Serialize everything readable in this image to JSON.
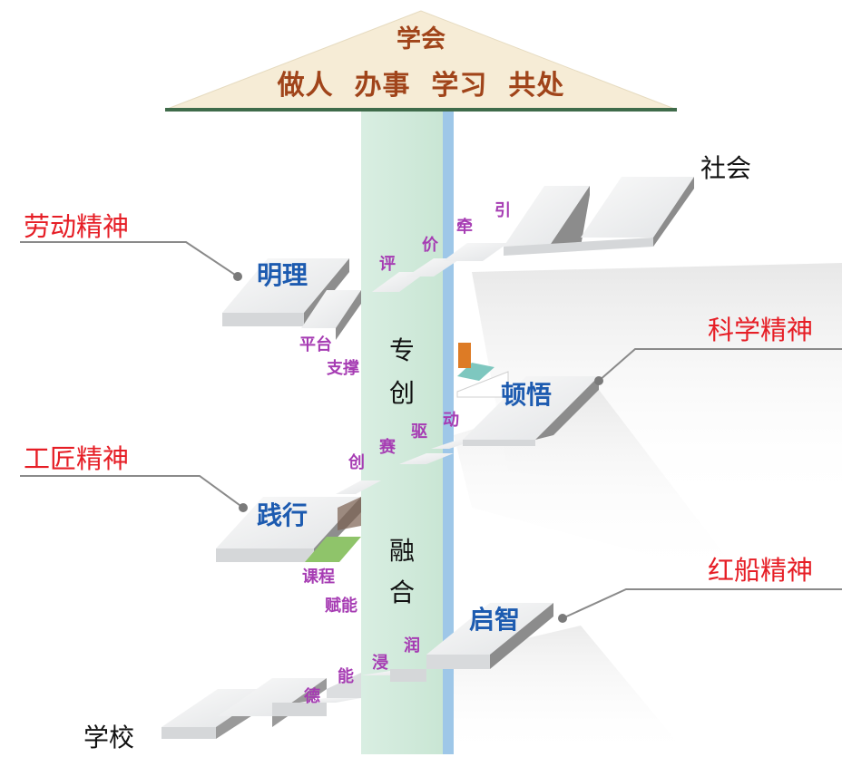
{
  "roof": {
    "title": "学会",
    "subtitle": "做人  办事  学习  共处"
  },
  "ends": {
    "top": "社会",
    "bottom": "学校"
  },
  "spirits": {
    "labor": "劳动精神",
    "science": "科学精神",
    "craftsman": "工匠精神",
    "redboat": "红船精神"
  },
  "nodes": {
    "mingli": "明理",
    "dunwu": "顿悟",
    "jianxing": "践行",
    "qizhi": "启智"
  },
  "pillar": {
    "upper": [
      "专",
      "创"
    ],
    "lower": [
      "融",
      "合"
    ]
  },
  "steps": {
    "upper": [
      "评",
      "价",
      "牵",
      "引"
    ],
    "middle": [
      "创",
      "赛",
      "驱",
      "动"
    ],
    "lower": [
      "德",
      "能",
      "浸",
      "润"
    ],
    "side_upper": [
      "平台",
      "支撑"
    ],
    "side_lower": [
      "课程",
      "赋能"
    ]
  },
  "colors": {
    "roof_fill": "#f6ecd6",
    "roof_text": "#a0441a",
    "pillar": "#d6ecde",
    "pillar_edge": "#9ec7e8",
    "spirit_text": "#e61e26",
    "node_text": "#1d5bb0",
    "step_text": "#a63cb3"
  }
}
